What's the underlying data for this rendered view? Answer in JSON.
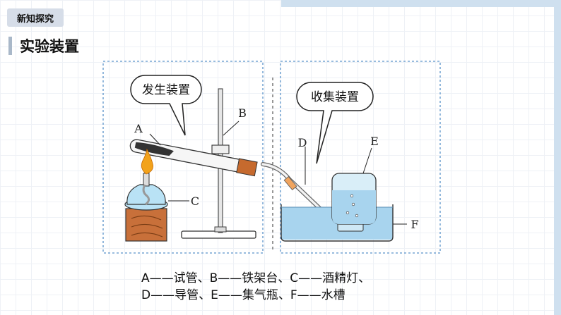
{
  "badge": "新知探究",
  "heading": "实验装置",
  "bubbles": {
    "generator": "发生装置",
    "collector": "收集装置"
  },
  "labels": [
    "A",
    "B",
    "C",
    "D",
    "E",
    "F"
  ],
  "caption": {
    "line1": "A——试管、B——铁架台、C——酒精灯、",
    "line2": "D——导管、E——集气瓶、F——水槽"
  },
  "colors": {
    "water": "#a8d4ee",
    "flame": "#f2a21b",
    "frame": "#5b93c9",
    "wood": "#c8703a"
  }
}
